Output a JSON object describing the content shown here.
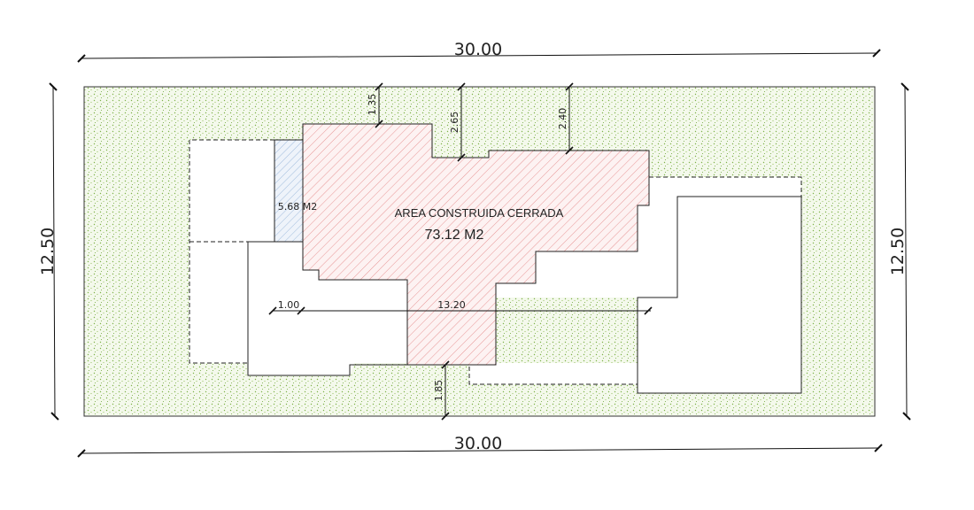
{
  "dimensions": {
    "top_width": "30.00",
    "bottom_width": "30.00",
    "left_height": "12.50",
    "right_height": "12.50",
    "setback_a": "1.35",
    "setback_b": "2.65",
    "setback_c": "2.40",
    "setback_bottom": "1.85",
    "span_left": "1.00",
    "span_main": "13.20"
  },
  "labels": {
    "area_title": "AREA CONSTRUIDA CERRADA",
    "area_value": "73.12 M2",
    "side_area": "5.68 M2"
  },
  "colors": {
    "lot_fill": "#f3f8ea",
    "grass_dot": "#7fb24a",
    "built_hatch": "#e88a8a",
    "built_fill": "#fdf1f1",
    "side_hatch": "#8fb0d6",
    "side_fill": "#eef3fa",
    "line": "#222222"
  }
}
